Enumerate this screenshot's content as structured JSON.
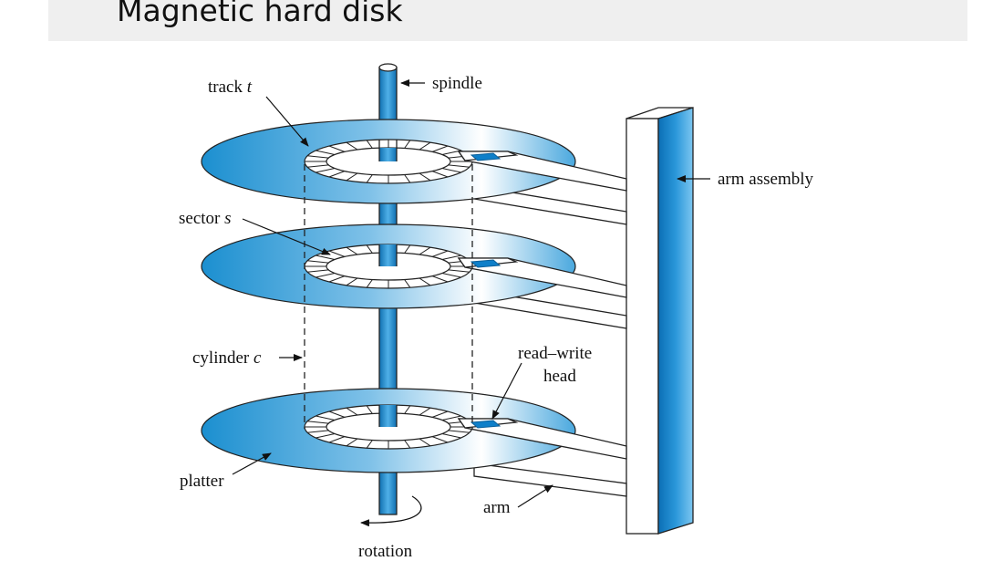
{
  "slide": {
    "title": "Magnetic hard disk"
  },
  "labels": {
    "track_text": "track ",
    "track_var": "t",
    "spindle": "spindle",
    "arm_assembly": "arm assembly",
    "sector_text": "sector ",
    "sector_var": "s",
    "cylinder_text": "cylinder ",
    "cylinder_var": "c",
    "read_write_line1": "read–write",
    "read_write_line2": "head",
    "platter": "platter",
    "arm": "arm",
    "rotation": "rotation"
  },
  "colors": {
    "title_bar": "#efefef",
    "platter_dark": "#1b8fd0",
    "platter_light": "#ffffff",
    "spindle_blue": "#1f8ed0",
    "head_blue": "#0e7fc9",
    "line": "#222222"
  }
}
